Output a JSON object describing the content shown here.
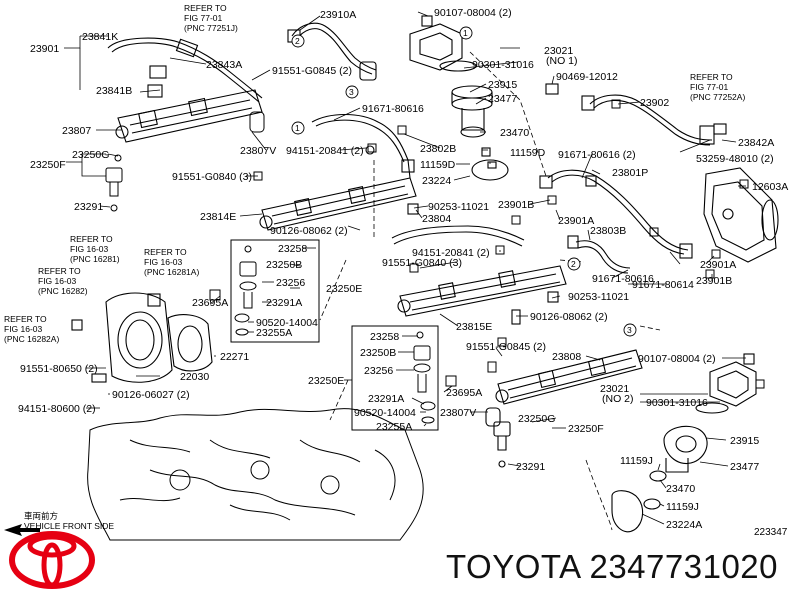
{
  "brand": {
    "text": "TOYOTA 2347731020",
    "logo": "toyota-logo-icon",
    "logo_color": "#e60012"
  },
  "figure_id": "223347",
  "orientation": {
    "line1": "車両前方",
    "line2": "VEHICLE FRONT SIDE",
    "icon": "arrow-left-icon"
  },
  "callouts": [
    {
      "id": "c1",
      "text": "23841K"
    },
    {
      "id": "c2",
      "text": "23901"
    },
    {
      "id": "c3",
      "text": "23843A"
    },
    {
      "id": "c4",
      "text": "23841B"
    },
    {
      "id": "c5",
      "text": "23807"
    },
    {
      "id": "c6",
      "text": "23250G"
    },
    {
      "id": "c7",
      "text": "23250F"
    },
    {
      "id": "c8",
      "text": "23291"
    },
    {
      "id": "c9",
      "text": "23910A"
    },
    {
      "id": "c10",
      "text": "91551-G0845 (2)"
    },
    {
      "id": "c11",
      "text": "91671-80616"
    },
    {
      "id": "c12",
      "text": "23807V"
    },
    {
      "id": "c13",
      "text": "94151-20841 (2)"
    },
    {
      "id": "c14",
      "text": "91551-G0840 (3)"
    },
    {
      "id": "c15",
      "text": "23814E"
    },
    {
      "id": "c16",
      "text": "90107-08004 (2)"
    },
    {
      "id": "c17",
      "text": "23021"
    },
    {
      "id": "c18",
      "text": "(NO 1)"
    },
    {
      "id": "c19",
      "text": "90301-31016"
    },
    {
      "id": "c20",
      "text": "90469-12012"
    },
    {
      "id": "c21",
      "text": "23915"
    },
    {
      "id": "c22",
      "text": "23477"
    },
    {
      "id": "c23",
      "text": "23470"
    },
    {
      "id": "c24",
      "text": "23802B"
    },
    {
      "id": "c25",
      "text": "11159D"
    },
    {
      "id": "c26",
      "text": "11159D"
    },
    {
      "id": "c27",
      "text": "23224"
    },
    {
      "id": "c28",
      "text": "23902"
    },
    {
      "id": "c29",
      "text": "23842A"
    },
    {
      "id": "c30",
      "text": "53259-48010 (2)"
    },
    {
      "id": "c31",
      "text": "91671-80616 (2)"
    },
    {
      "id": "c32",
      "text": "23801P"
    },
    {
      "id": "c33",
      "text": "12603A"
    },
    {
      "id": "c34",
      "text": "90253-11021"
    },
    {
      "id": "c35",
      "text": "23804"
    },
    {
      "id": "c36",
      "text": "23901B"
    },
    {
      "id": "c37",
      "text": "23901A"
    },
    {
      "id": "c38",
      "text": "23803B"
    },
    {
      "id": "c39",
      "text": "90126-08062 (2)"
    },
    {
      "id": "c40",
      "text": "94151-20841 (2)"
    },
    {
      "id": "c41",
      "text": "91551-G0840 (3)"
    },
    {
      "id": "c42",
      "text": "91671-80616"
    },
    {
      "id": "c43",
      "text": "23901A"
    },
    {
      "id": "c44",
      "text": "91671-80614"
    },
    {
      "id": "c45",
      "text": "23901B"
    },
    {
      "id": "c46",
      "text": "90253-11021"
    },
    {
      "id": "c47",
      "text": "23815E"
    },
    {
      "id": "c48",
      "text": "90126-08062 (2)"
    },
    {
      "id": "c49",
      "text": "23258"
    },
    {
      "id": "c50",
      "text": "23250B"
    },
    {
      "id": "c51",
      "text": "23256"
    },
    {
      "id": "c52",
      "text": "23695A"
    },
    {
      "id": "c53",
      "text": "23291A"
    },
    {
      "id": "c54",
      "text": "23250E"
    },
    {
      "id": "c55",
      "text": "90520-14004"
    },
    {
      "id": "c56",
      "text": "23255A"
    },
    {
      "id": "c57",
      "text": "22271"
    },
    {
      "id": "c58",
      "text": "22030"
    },
    {
      "id": "c59",
      "text": "91551-80650 (2)"
    },
    {
      "id": "c60",
      "text": "90126-06027 (2)"
    },
    {
      "id": "c61",
      "text": "94151-80600 (2)"
    },
    {
      "id": "c62",
      "text": "23258"
    },
    {
      "id": "c63",
      "text": "23250B"
    },
    {
      "id": "c64",
      "text": "23256"
    },
    {
      "id": "c65",
      "text": "23250E"
    },
    {
      "id": "c66",
      "text": "23291A"
    },
    {
      "id": "c67",
      "text": "23695A"
    },
    {
      "id": "c68",
      "text": "90520-14004"
    },
    {
      "id": "c69",
      "text": "23807V"
    },
    {
      "id": "c70",
      "text": "23255A"
    },
    {
      "id": "c71",
      "text": "91551-G0845 (2)"
    },
    {
      "id": "c72",
      "text": "23808"
    },
    {
      "id": "c73",
      "text": "23250G"
    },
    {
      "id": "c74",
      "text": "23250F"
    },
    {
      "id": "c75",
      "text": "23291"
    },
    {
      "id": "c76",
      "text": "90107-08004 (2)"
    },
    {
      "id": "c77",
      "text": "23021"
    },
    {
      "id": "c78",
      "text": "(NO 2)"
    },
    {
      "id": "c79",
      "text": "90301-31016"
    },
    {
      "id": "c80",
      "text": "23915"
    },
    {
      "id": "c81",
      "text": "11159J"
    },
    {
      "id": "c82",
      "text": "23477"
    },
    {
      "id": "c83",
      "text": "23470"
    },
    {
      "id": "c84",
      "text": "11159J"
    },
    {
      "id": "c85",
      "text": "23224A"
    }
  ],
  "references": [
    {
      "id": "r1",
      "lines": [
        "REFER TO",
        "FIG 77-01",
        "(PNC 77251J)"
      ]
    },
    {
      "id": "r2",
      "lines": [
        "REFER TO",
        "FIG 77-01",
        "(PNC 77252A)"
      ]
    },
    {
      "id": "r3",
      "lines": [
        "REFER TO",
        "FIG 16-03",
        "(PNC 16281)"
      ]
    },
    {
      "id": "r4",
      "lines": [
        "REFER TO",
        "FIG 16-03",
        "(PNC 16281A)"
      ]
    },
    {
      "id": "r5",
      "lines": [
        "REFER TO",
        "FIG 16-03",
        "(PNC 16282)"
      ]
    },
    {
      "id": "r6",
      "lines": [
        "REFER TO",
        "FIG 16-03",
        "(PNC 16282A)"
      ]
    }
  ],
  "markers": [
    {
      "id": "m1",
      "text": "1"
    },
    {
      "id": "m2",
      "text": "2"
    },
    {
      "id": "m3",
      "text": "3"
    },
    {
      "id": "m4",
      "text": "1"
    },
    {
      "id": "m5",
      "text": "2"
    },
    {
      "id": "m6",
      "text": "3"
    }
  ]
}
